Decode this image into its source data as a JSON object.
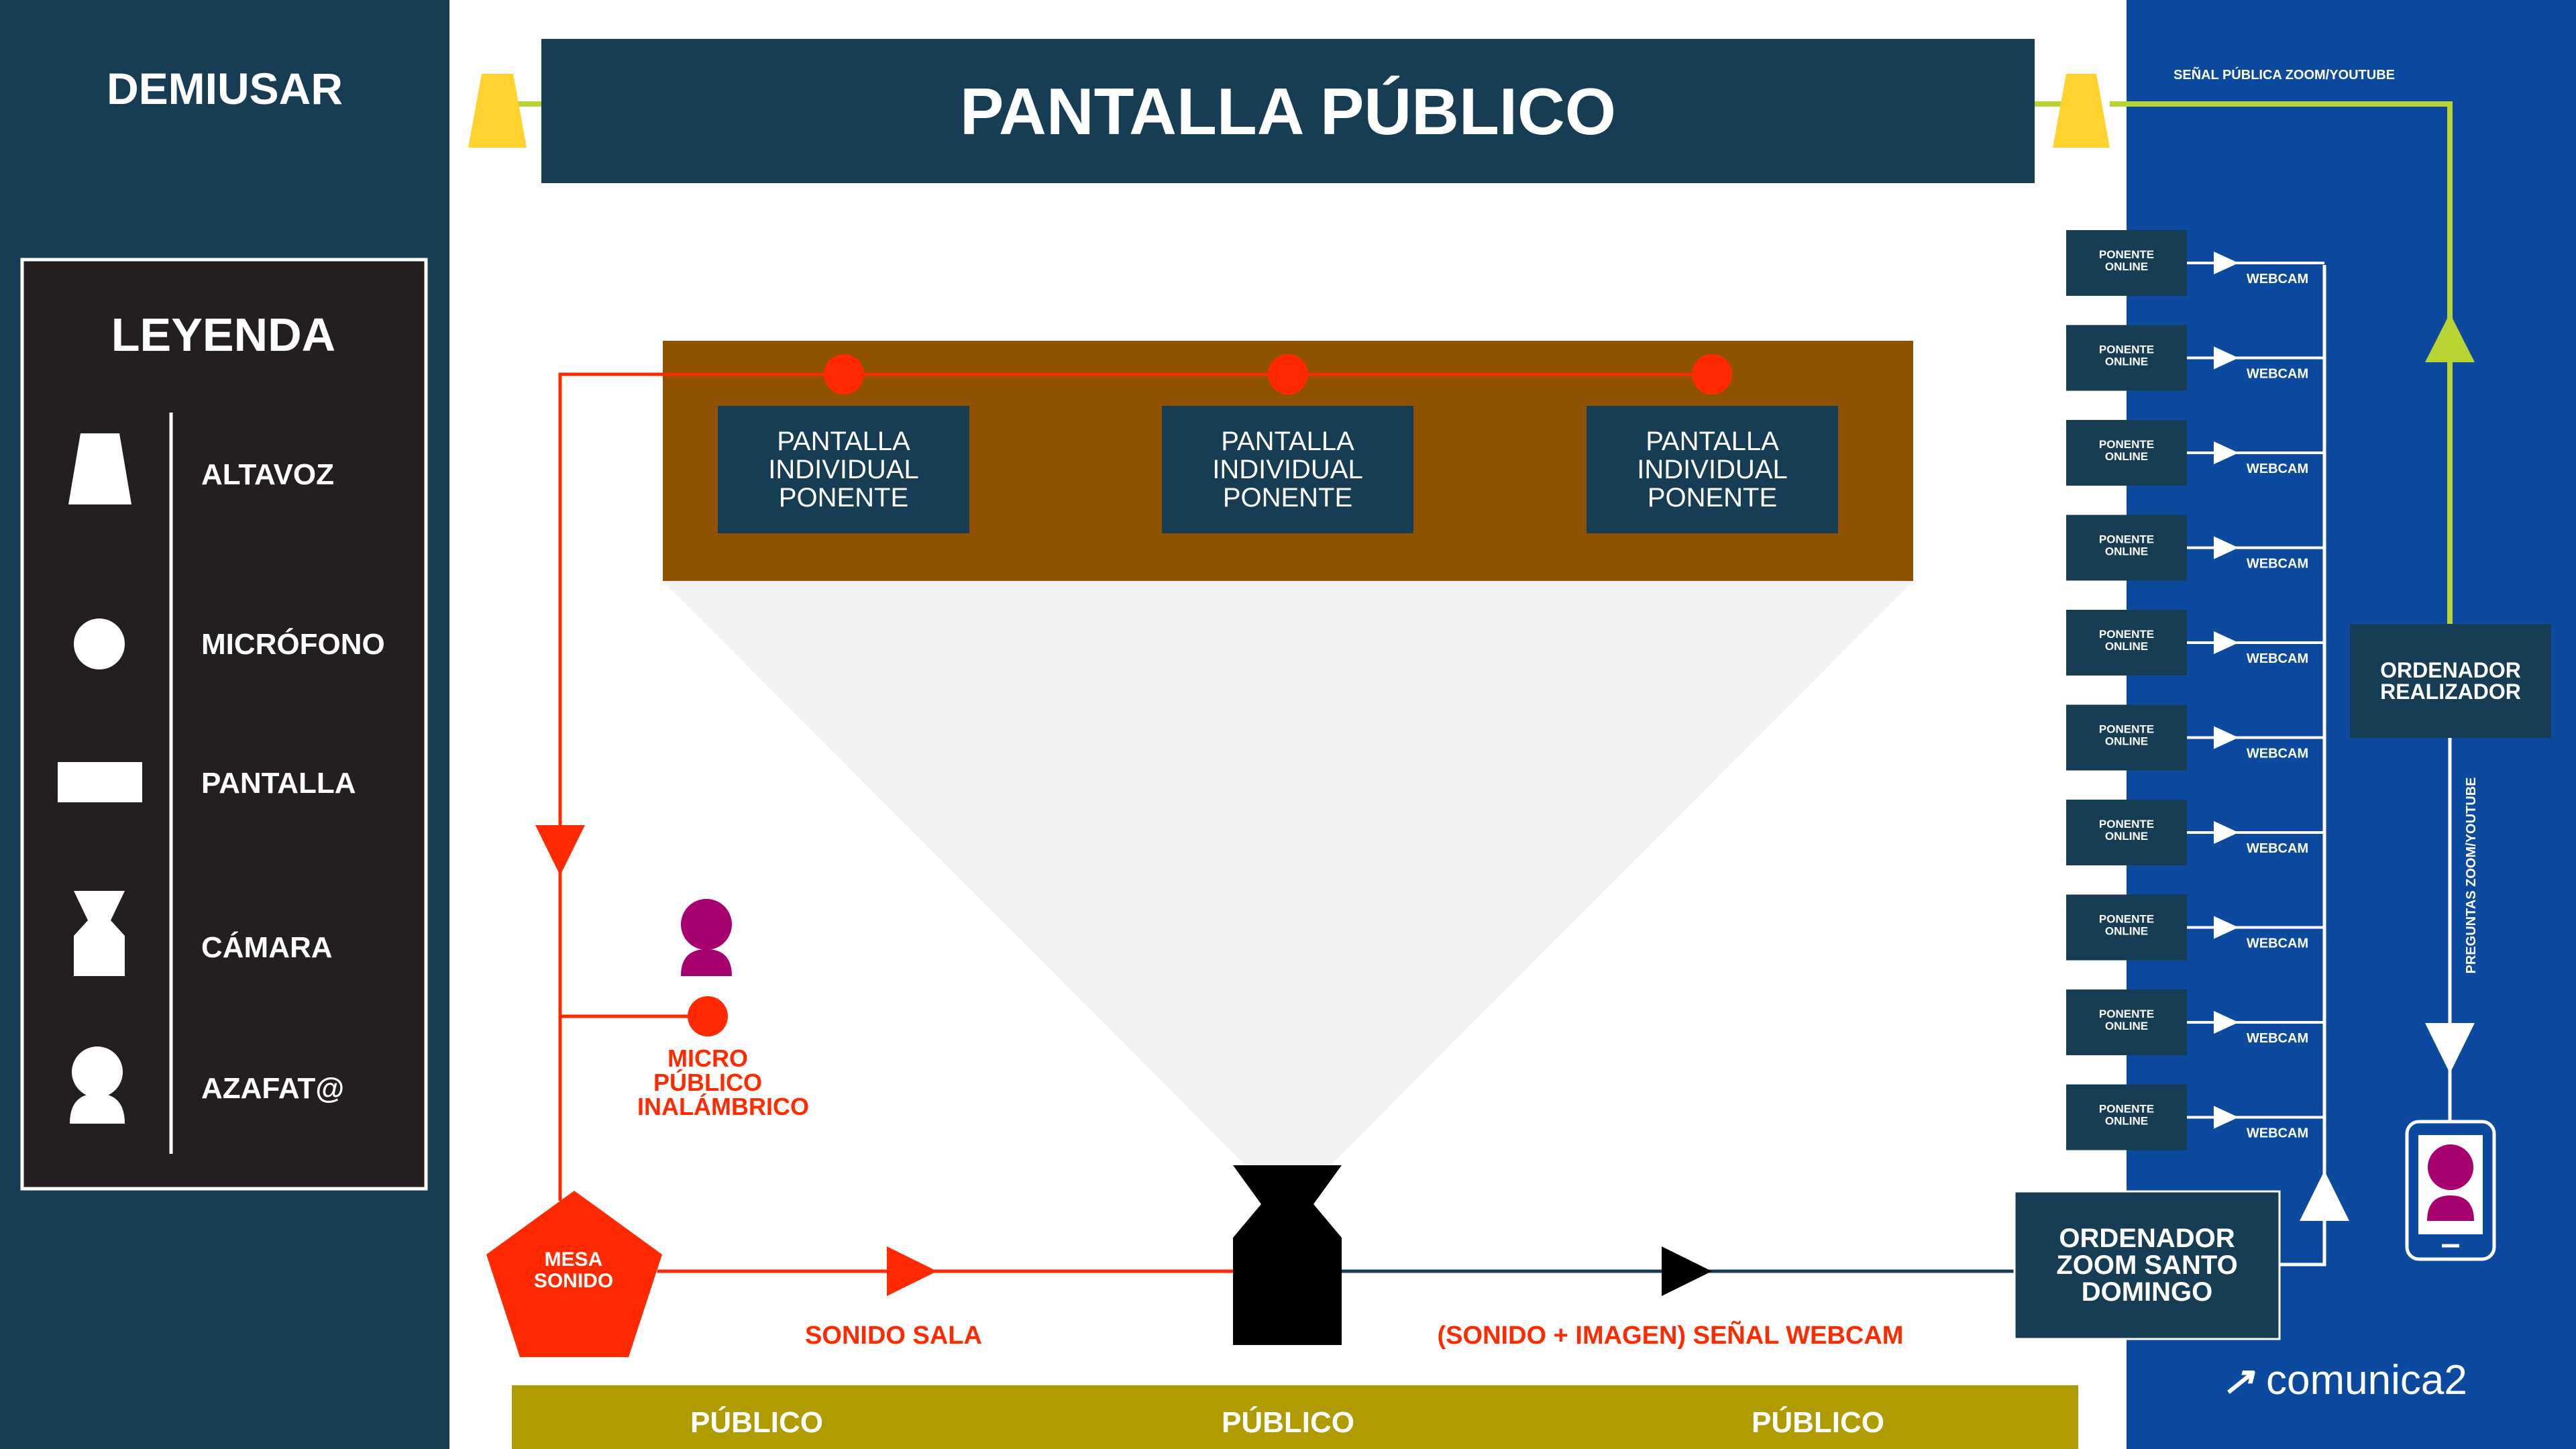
{
  "brand": {
    "name": "DEMIUSAR",
    "logo_text": "comunica2"
  },
  "header": {
    "title": "PANTALLA PÚBLICO"
  },
  "legend": {
    "title": "LEYENDA",
    "items": [
      {
        "icon": "speaker-icon",
        "label": "ALTAVOZ"
      },
      {
        "icon": "microphone-icon",
        "label": "MICRÓFONO"
      },
      {
        "icon": "screen-icon",
        "label": "PANTALLA"
      },
      {
        "icon": "camera-icon",
        "label": "CÁMARA"
      },
      {
        "icon": "hostess-icon",
        "label": "AZAFAT@"
      }
    ]
  },
  "stage": {
    "speaker_screens": [
      "PANTALLA INDIVIDUAL PONENTE",
      "PANTALLA INDIVIDUAL PONENTE",
      "PANTALLA INDIVIDUAL PONENTE"
    ]
  },
  "micro_publico": {
    "label": "MICRO PÚBLICO INALÁMBRICO"
  },
  "mesa_sonido": {
    "label": "MESA SONIDO"
  },
  "flows": {
    "sonido_sala": "SONIDO SALA",
    "senal_webcam": "(SONIDO + IMAGEN) SEÑAL WEBCAM",
    "senal_publica": "SEÑAL PÚBLICA ZOOM/YOUTUBE",
    "preguntas": "PREGUNTAS ZOOM/YOUTUBE"
  },
  "ordenador_zoom": {
    "label": "ORDENADOR ZOOM SANTO DOMINGO"
  },
  "ordenador_realizador": {
    "label": "ORDENADOR REALIZADOR"
  },
  "ponentes_online": {
    "items": [
      {
        "label": "PONENTE ONLINE",
        "link": "WEBCAM"
      },
      {
        "label": "PONENTE ONLINE",
        "link": "WEBCAM"
      },
      {
        "label": "PONENTE ONLINE",
        "link": "WEBCAM"
      },
      {
        "label": "PONENTE ONLINE",
        "link": "WEBCAM"
      },
      {
        "label": "PONENTE ONLINE",
        "link": "WEBCAM"
      },
      {
        "label": "PONENTE ONLINE",
        "link": "WEBCAM"
      },
      {
        "label": "PONENTE ONLINE",
        "link": "WEBCAM"
      },
      {
        "label": "PONENTE ONLINE",
        "link": "WEBCAM"
      },
      {
        "label": "PONENTE ONLINE",
        "link": "WEBCAM"
      },
      {
        "label": "PONENTE ONLINE",
        "link": "WEBCAM"
      }
    ]
  },
  "audience": {
    "labels": [
      "PÚBLICO",
      "PÚBLICO",
      "PÚBLICO"
    ]
  },
  "colors": {
    "navy": "#173d55",
    "blue_panel": "#0b4a9f",
    "legend_bg": "#231f20",
    "stage_brown": "#8f5200",
    "red": "#ff2a00",
    "yellow": "#ffd22e",
    "lime": "#b7d433",
    "olive": "#b09c00",
    "magenta": "#a8006e",
    "light_gray": "#f2f2f2"
  }
}
